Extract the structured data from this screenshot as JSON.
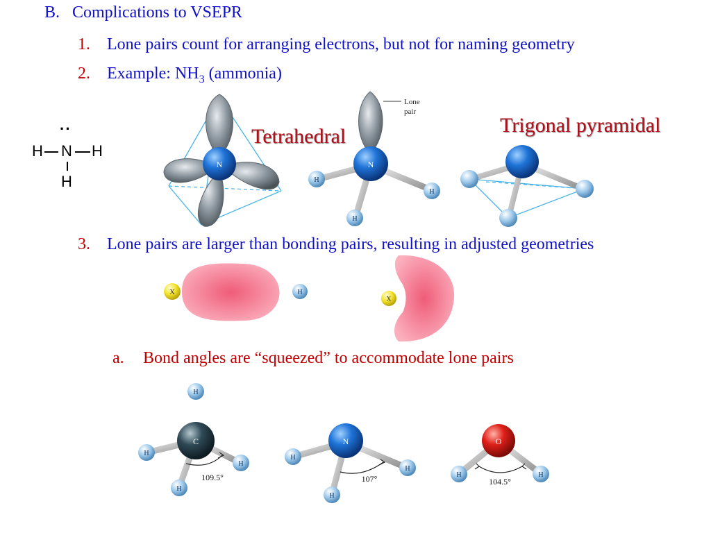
{
  "heading": {
    "marker": "B.",
    "text": "Complications to VSEPR"
  },
  "items": [
    {
      "marker": "1.",
      "text": "Lone pairs count for arranging electrons, but not for naming geometry"
    },
    {
      "marker": "2.",
      "text_before": "Example: NH",
      "subscript": "3",
      "text_after": " (ammonia)"
    },
    {
      "marker": "3.",
      "text": "Lone pairs are larger than bonding pairs, resulting in adjusted geometries"
    }
  ],
  "sub_item": {
    "marker": "a.",
    "text": "Bond angles are “squeezed” to accommodate lone pairs"
  },
  "labels": {
    "tetrahedral": "Tetrahedral",
    "trigonal_pyramidal": "Trigonal pyramidal",
    "lone_pair_callout_1": "Lone",
    "lone_pair_callout_2": "pair"
  },
  "lewis": {
    "lone_pair": "··",
    "left_h": "H",
    "center_n": "N",
    "right_h": "H",
    "bottom_h": "H"
  },
  "atoms": {
    "nitrogen": "N",
    "hydrogen": "H",
    "carbon": "C",
    "oxygen": "O",
    "x": "X"
  },
  "angles": {
    "methane": "109.5°",
    "ammonia": "107°",
    "water": "104.5°"
  },
  "colors": {
    "text_blue": "#1010c8",
    "text_red": "#c00000",
    "nitrogen": "#1f74d8",
    "hydrogen": "#9cc8ea",
    "carbon": "#2f4a56",
    "oxygen": "#e0201a",
    "orbital": "#f4869a",
    "lobe": "#8a949c",
    "x_atom": "#f2e22a",
    "edges": "#4ab4e6"
  }
}
